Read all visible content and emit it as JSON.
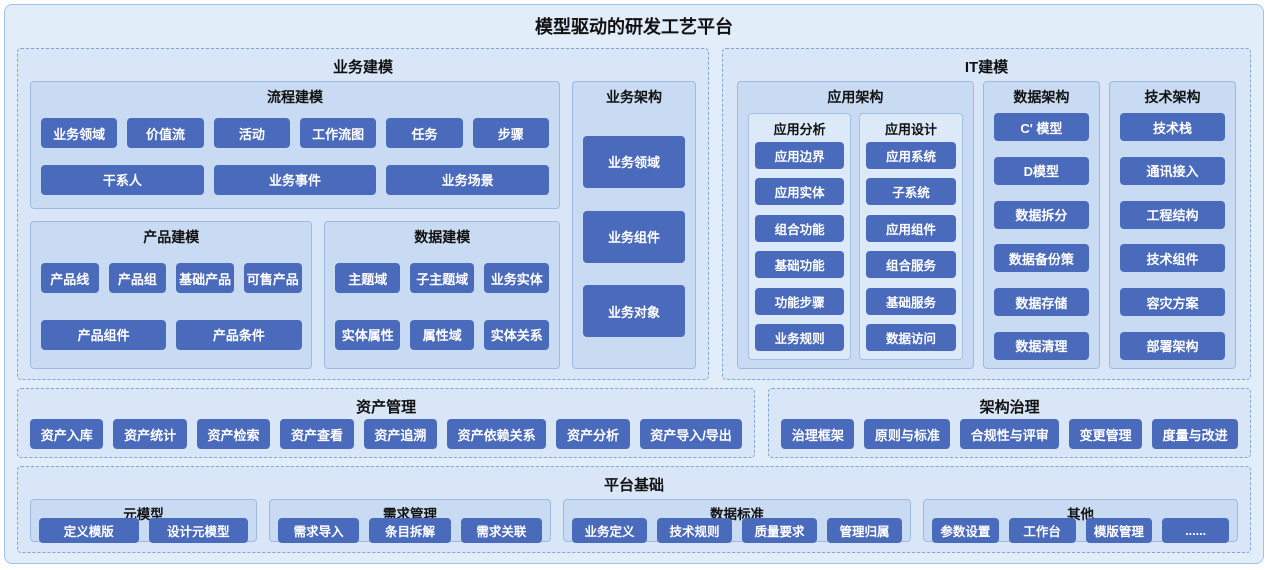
{
  "title": "模型驱动的研发工艺平台",
  "colors": {
    "node": "#4a6abc",
    "panel": "#d9e6f7",
    "group": "#c8dbf2"
  },
  "business_modeling": {
    "title": "业务建模",
    "process": {
      "title": "流程建模",
      "row1": [
        "业务领域",
        "价值流",
        "活动",
        "工作流图",
        "任务",
        "步骤"
      ],
      "row2": [
        "干系人",
        "业务事件",
        "业务场景"
      ]
    },
    "product": {
      "title": "产品建模",
      "row1": [
        "产品线",
        "产品组",
        "基础产品",
        "可售产品"
      ],
      "row2": [
        "产品组件",
        "产品条件"
      ]
    },
    "data": {
      "title": "数据建模",
      "row1": [
        "主题域",
        "子主题域",
        "业务实体"
      ],
      "row2": [
        "实体属性",
        "属性域",
        "实体关系"
      ]
    },
    "biz_arch": {
      "title": "业务架构",
      "items": [
        "业务领域",
        "业务组件",
        "业务对象"
      ]
    }
  },
  "it_modeling": {
    "title": "IT建模",
    "app_arch": {
      "title": "应用架构",
      "analysis": {
        "title": "应用分析",
        "items": [
          "应用边界",
          "应用实体",
          "组合功能",
          "基础功能",
          "功能步骤",
          "业务规则"
        ]
      },
      "design": {
        "title": "应用设计",
        "items": [
          "应用系统",
          "子系统",
          "应用组件",
          "组合服务",
          "基础服务",
          "数据访问"
        ]
      }
    },
    "data_arch": {
      "title": "数据架构",
      "items": [
        "C' 模型",
        "D模型",
        "数据拆分",
        "数据备份策",
        "数据存储",
        "数据清理"
      ]
    },
    "tech_arch": {
      "title": "技术架构",
      "items": [
        "技术栈",
        "通讯接入",
        "工程结构",
        "技术组件",
        "容灾方案",
        "部署架构"
      ]
    }
  },
  "asset_management": {
    "title": "资产管理",
    "items": [
      "资产入库",
      "资产统计",
      "资产检索",
      "资产查看",
      "资产追溯",
      "资产依赖关系",
      "资产分析",
      "资产导入/导出"
    ]
  },
  "governance": {
    "title": "架构治理",
    "items": [
      "治理框架",
      "原则与标准",
      "合规性与评审",
      "变更管理",
      "度量与改进"
    ]
  },
  "platform": {
    "title": "平台基础",
    "meta": {
      "title": "元模型",
      "items": [
        "定义模版",
        "设计元模型"
      ]
    },
    "requirements": {
      "title": "需求管理",
      "items": [
        "需求导入",
        "条目拆解",
        "需求关联"
      ]
    },
    "standards": {
      "title": "数据标准",
      "items": [
        "业务定义",
        "技术规则",
        "质量要求",
        "管理归属"
      ]
    },
    "other": {
      "title": "其他",
      "items": [
        "参数设置",
        "工作台",
        "模版管理",
        "......"
      ]
    }
  }
}
